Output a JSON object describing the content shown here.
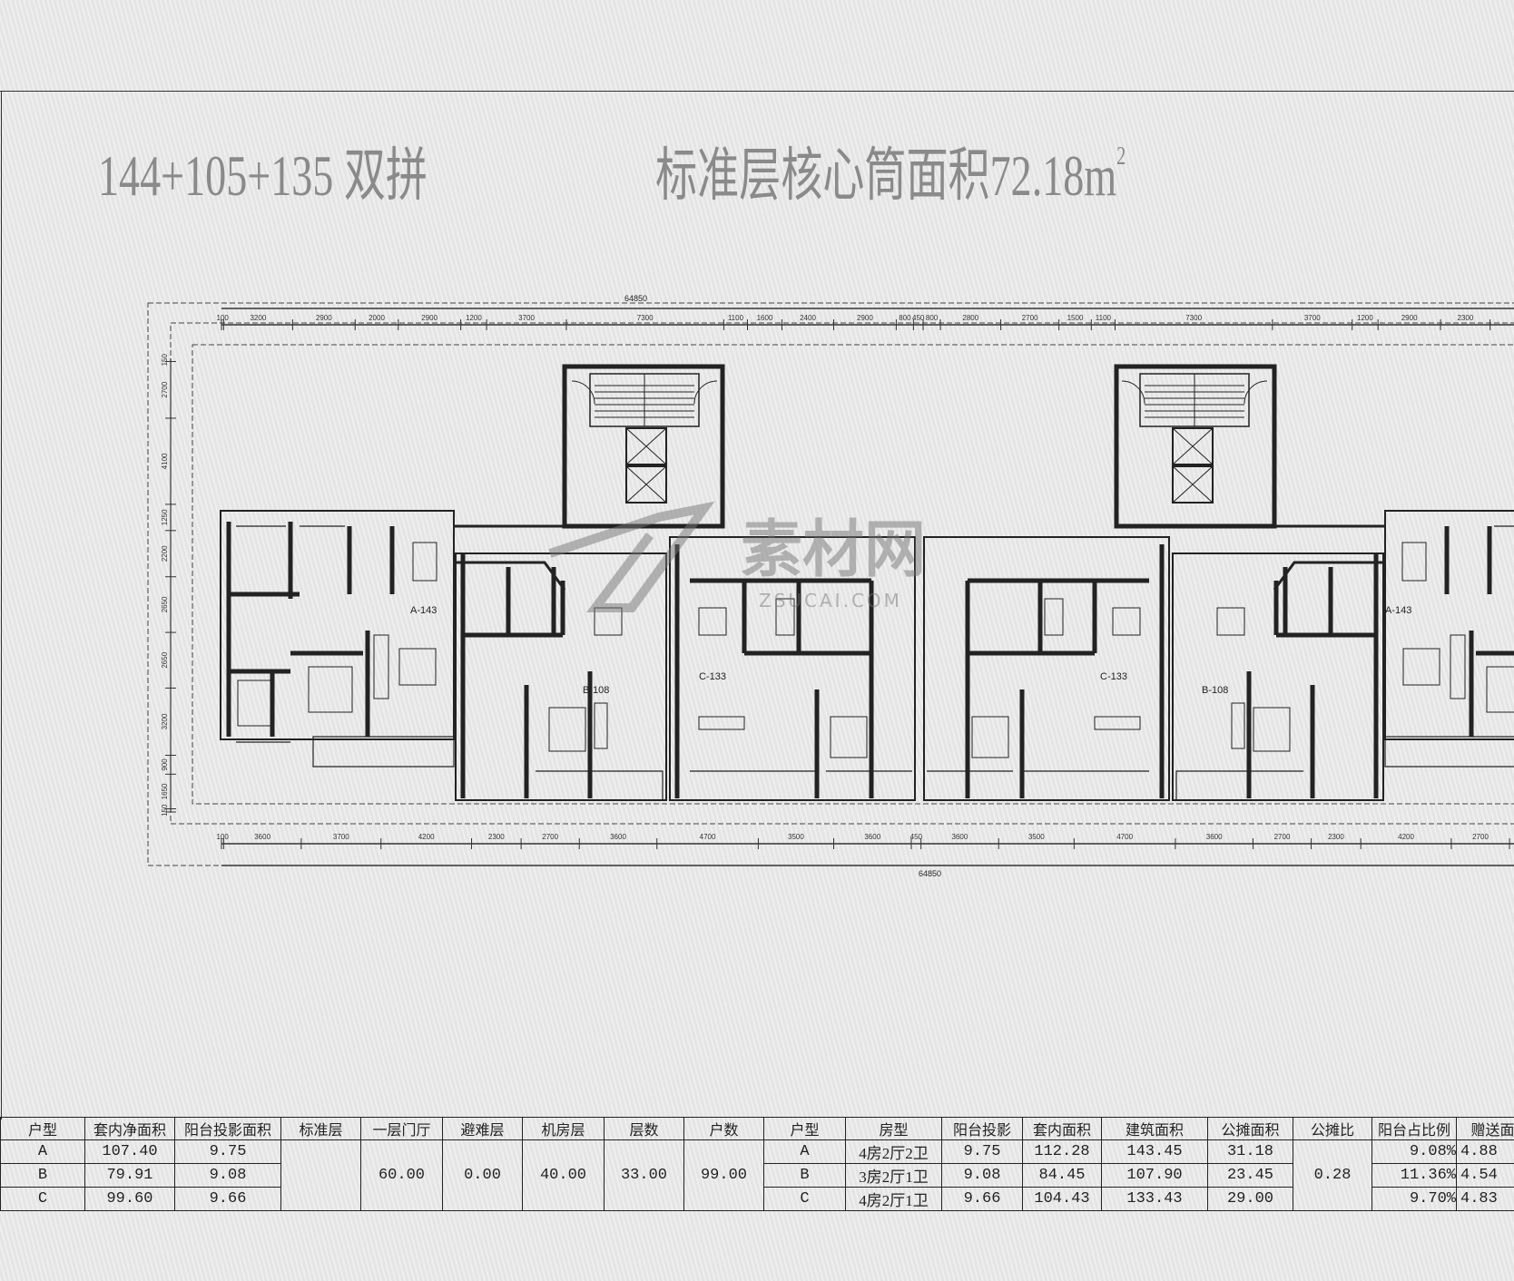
{
  "title": {
    "left": "144+105+135 双拼",
    "right_main": "标准层核心筒面积72.18m",
    "right_sup": "2"
  },
  "watermark": {
    "brand": "素材网",
    "sub": "ZSUCAI.COM"
  },
  "plan": {
    "units": [
      "A-143",
      "B-108",
      "C-133",
      "C-133",
      "B-108",
      "A-143"
    ],
    "total_dim": "64850",
    "top_dims": [
      "100",
      "3200",
      "2900",
      "2000",
      "2900",
      "1200",
      "3700",
      "7300",
      "1100",
      "1600",
      "2400",
      "2900",
      "800",
      "450",
      "800",
      "2800",
      "2700",
      "1500",
      "1100",
      "7300",
      "3700",
      "1200",
      "2900",
      "2300"
    ],
    "bottom_dims": [
      "100",
      "3600",
      "3700",
      "4200",
      "2300",
      "2700",
      "3600",
      "4700",
      "3500",
      "3600",
      "450",
      "3600",
      "3500",
      "4700",
      "3600",
      "2700",
      "2300",
      "4200",
      "2700"
    ],
    "left_dims": [
      "150",
      "2700",
      "4100",
      "1250",
      "2200",
      "2650",
      "2650",
      "3200",
      "900",
      "1650",
      "150"
    ]
  },
  "table": {
    "headers": [
      "户型",
      "套内净面积",
      "阳台投影面积",
      "标准层",
      "一层门厅",
      "避难层",
      "机房层",
      "层数",
      "户数",
      "户型",
      "房型",
      "阳台投影",
      "套内面积",
      "建筑面积",
      "公摊面积",
      "公摊比",
      "阳台占比例",
      "赠送面积"
    ],
    "rows": [
      {
        "type": "A",
        "net": "107.40",
        "balcony": "9.75",
        "type2": "A",
        "rooms": "4房2厅2卫",
        "balcony2": "9.75",
        "inner": "112.28",
        "gross": "143.45",
        "shared": "31.18",
        "ratio": "9.08%",
        "gift": "4.88"
      },
      {
        "type": "B",
        "net": "79.91",
        "balcony": "9.08",
        "type2": "B",
        "rooms": "3房2厅1卫",
        "balcony2": "9.08",
        "inner": "84.45",
        "gross": "107.90",
        "shared": "23.45",
        "ratio": "11.36%",
        "gift": "4.54"
      },
      {
        "type": "C",
        "net": "99.60",
        "balcony": "9.66",
        "type2": "C",
        "rooms": "4房2厅1卫",
        "balcony2": "9.66",
        "inner": "104.43",
        "gross": "133.43",
        "shared": "29.00",
        "ratio": "9.70%",
        "gift": "4.83"
      }
    ],
    "standard_floor": "",
    "lobby": "60.00",
    "refuge": "0.00",
    "machine": "40.00",
    "floors": "33.00",
    "households": "99.00",
    "share_ratio": "0.28"
  }
}
